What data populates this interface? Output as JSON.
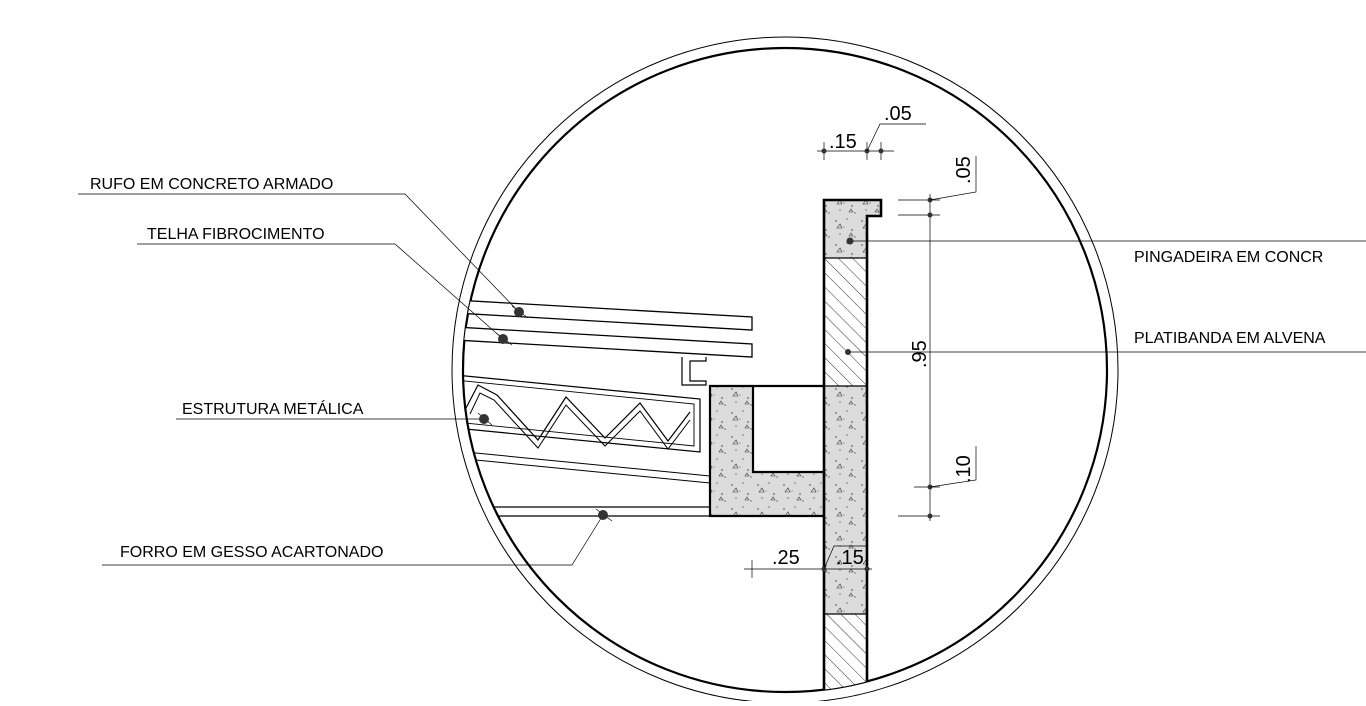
{
  "labels": {
    "rufo": "RUFO EM CONCRETO ARMADO",
    "telha": "TELHA FIBROCIMENTO",
    "estrutura": "ESTRUTURA METÁLICA",
    "forro": "FORRO EM GESSO ACARTONADO",
    "pingadeira": "PINGADEIRA EM CONCR",
    "platibanda": "PLATIBANDA EM ALVENA"
  },
  "dimensions": {
    "d_top_15": ".15",
    "d_top_05": ".05",
    "d_right_05": ".05",
    "d_right_95": ".95",
    "d_right_10": ".10",
    "d_bottom_25": ".25",
    "d_bottom_15": ".15"
  }
}
